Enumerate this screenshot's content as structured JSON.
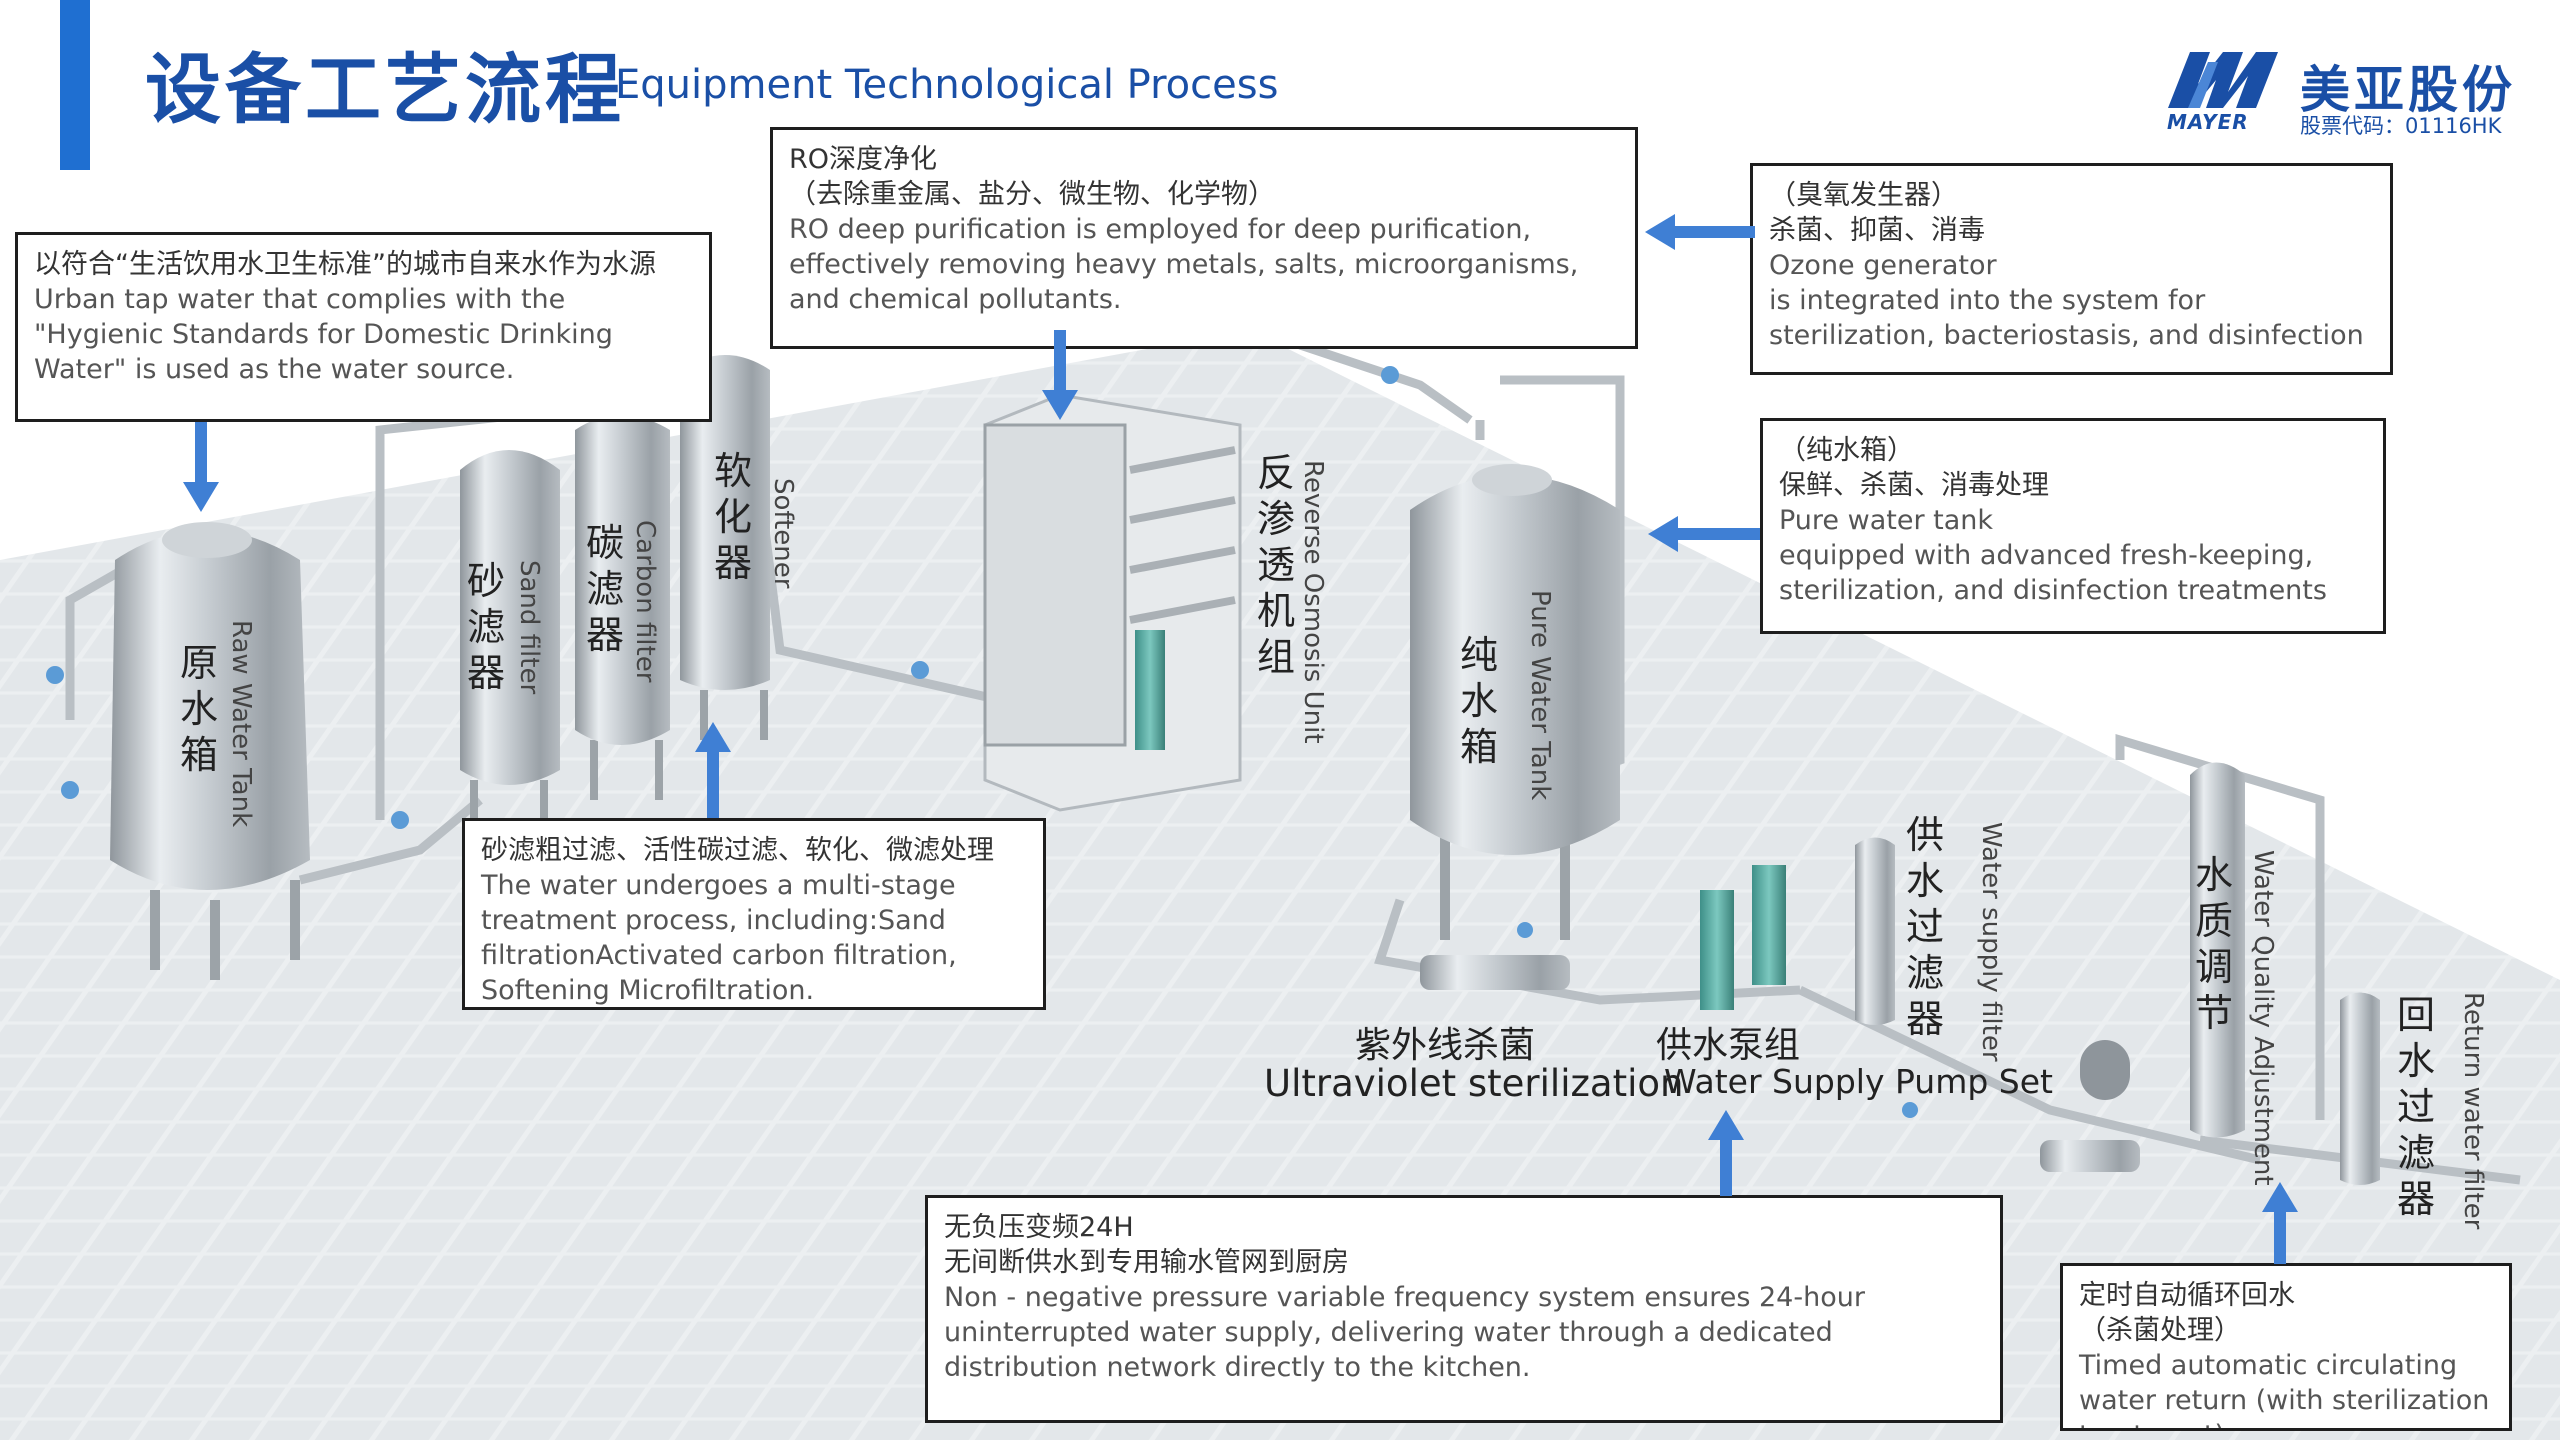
{
  "header": {
    "title_cn": "设备工艺流程",
    "title_en": "Equipment Technological Process",
    "accent_color": "#1f6fd1",
    "title_color": "#1a4fa6"
  },
  "logo": {
    "brand_en": "MAYER",
    "brand_cn": "美亚股份",
    "stock_code": "股票代码：01116HK"
  },
  "callouts": {
    "source": {
      "cn": "以符合“生活饮用水卫生标准”的城市自来水作为水源",
      "en": "Urban tap water that complies with the \"Hygienic Standards for Domestic Drinking Water\" is used as the water source."
    },
    "ro": {
      "cn1": "RO深度净化",
      "cn2": "（去除重金属、盐分、微生物、化学物）",
      "en": "RO deep purification is employed for deep purification, effectively removing heavy metals, salts, microorganisms, and chemical pollutants."
    },
    "ozone": {
      "cn1": "（臭氧发生器）",
      "cn2": "杀菌、抑菌、消毒",
      "en1": "Ozone generator",
      "en2": "is integrated into the system for sterilization, bacteriostasis, and disinfection"
    },
    "pure_tank": {
      "cn1": "（纯水箱）",
      "cn2": "保鲜、杀菌、消毒处理",
      "en1": "Pure water tank",
      "en2": "equipped with advanced fresh-keeping, sterilization, and disinfection treatments"
    },
    "filtration": {
      "cn": "砂滤粗过滤、活性碳过滤、软化、微滤处理",
      "en": "The water undergoes a multi-stage treatment process, including:Sand filtrationActivated carbon filtration, Softening Microfiltration."
    },
    "supply": {
      "cn1": "无负压变频24H",
      "cn2": "无间断供水到专用输水管网到厨房",
      "en": "Non - negative pressure variable frequency system ensures 24-hour uninterrupted water supply, delivering water through a dedicated distribution network directly to the kitchen."
    },
    "return": {
      "cn1": "定时自动循环回水",
      "cn2": "（杀菌处理）",
      "en": "Timed automatic circulating water return (with sterilization treatment)"
    }
  },
  "equipment": {
    "raw_tank": {
      "cn": "原水箱",
      "en": "Raw Water Tank"
    },
    "sand": {
      "cn": "砂滤器",
      "en": "Sand filter"
    },
    "carbon": {
      "cn": "碳滤器",
      "en": "Carbon filter"
    },
    "softener": {
      "cn": "软化器",
      "en": "Softener"
    },
    "ro_unit": {
      "cn": "反渗透机组",
      "en": "Reverse Osmosis Unit"
    },
    "pure_tank": {
      "cn": "纯水箱",
      "en": "Pure Water Tank"
    },
    "supply_filter": {
      "cn": "供水过滤器",
      "en": "Water supply filter"
    },
    "quality": {
      "cn": "水质调节",
      "en": "Water Quality Adjustment"
    },
    "return_filter": {
      "cn": "回水过滤器",
      "en": "Return water filter"
    },
    "uv": {
      "cn": "紫外线杀菌",
      "en": "Ultraviolet sterilization"
    },
    "pump": {
      "cn": "供水泵组",
      "en": "Water Supply Pump Set"
    }
  }
}
